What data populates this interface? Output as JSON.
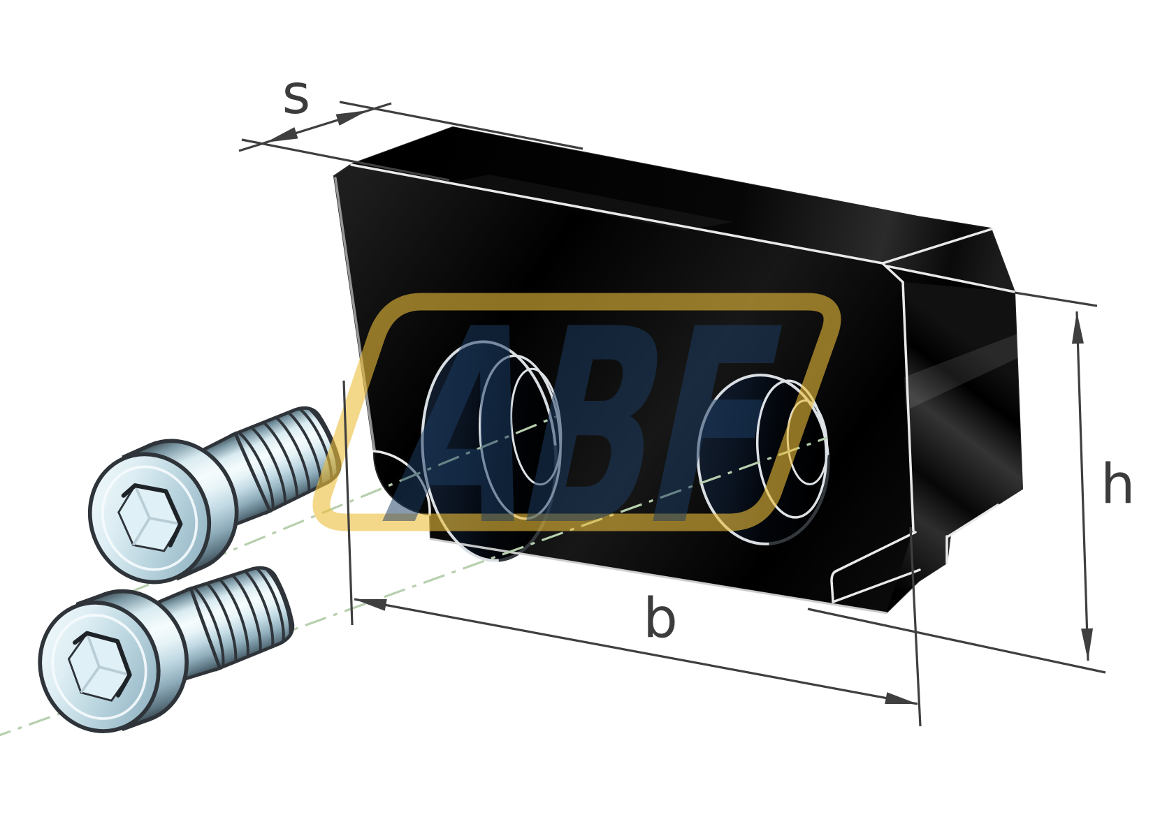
{
  "drawing": {
    "type": "isometric-dimension-drawing",
    "labels": {
      "s": "s",
      "b": "b",
      "h": "h"
    },
    "watermark": {
      "text": "ABF"
    },
    "parts": {
      "block": "clamping-block-with-two-countersunk-holes",
      "fasteners": "two-socket-head-cap-screws",
      "centerlines": "two-dash-dot-hole-axes"
    },
    "colors": {
      "background": "#ffffff",
      "dimension_line": "#3f3f3f",
      "label_text": "#3c3c3c",
      "block_fill": "#0a0a0a",
      "edge_highlight": "#e9e9e9",
      "centerline": "#b7cfae",
      "watermark_gold": "rgba(236,190,58,0.60)",
      "watermark_blue": "rgba(28,62,100,0.52)",
      "screw_metal_light": "#eef7fa",
      "screw_metal_dark": "#5f7782",
      "screw_outline": "#2e3439"
    }
  }
}
